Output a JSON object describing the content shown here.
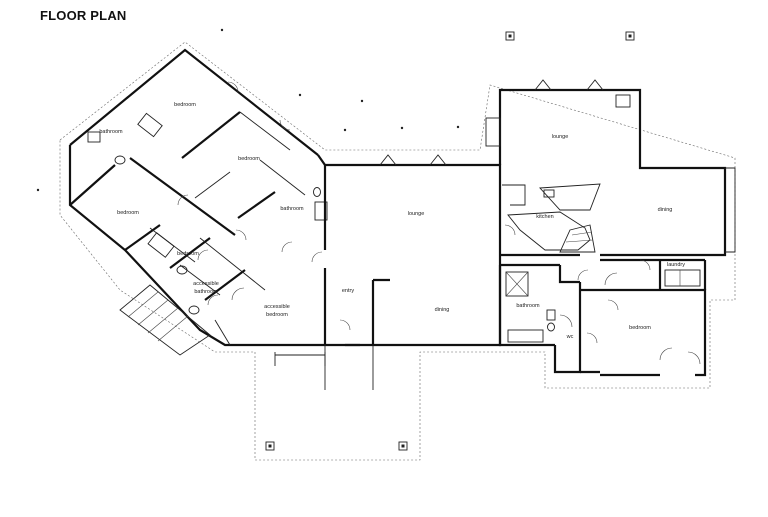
{
  "title": "FLOOR PLAN",
  "rooms": {
    "bedroom_1": "bedroom",
    "bathroom_1": "bathroom",
    "bedroom_2": "bedroom",
    "bedroom_3": "bedroom",
    "bathroom_2": "bathroom",
    "bedroom_4": "bedroom",
    "accessible_bathroom": [
      "accessible",
      "bathroom"
    ],
    "accessible_bedroom": [
      "accessible",
      "bedroom"
    ],
    "entry": "entry",
    "lounge_main": "lounge",
    "dining_main": "dining",
    "lounge_east": "lounge",
    "kitchen": "kitchen",
    "dining_east": "dining",
    "laundry": "laundry",
    "bathroom_3": "bathroom",
    "wc": "wc",
    "bedroom_5": "bedroom"
  }
}
